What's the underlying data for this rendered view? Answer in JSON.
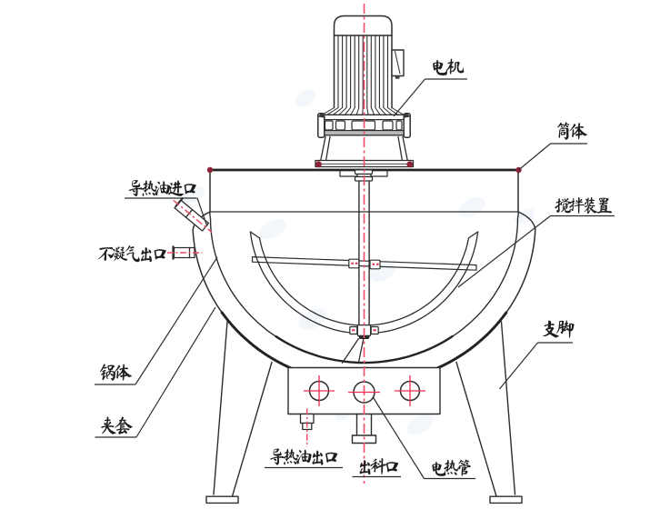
{
  "figure": {
    "type": "technical line drawing",
    "subject": "jacketed cooking kettle with agitator"
  },
  "labels": {
    "motor": "电机",
    "cylinder_body": "筒体",
    "agitator": "搅拌装置",
    "support_leg": "支脚",
    "thermal_oil_inlet": "导热油进口",
    "noncondensable_gas_outlet": "不凝气出口",
    "pot_body": "锅体",
    "jacket": "夹套",
    "thermal_oil_outlet": "导热油出口",
    "discharge_outlet": "出料口",
    "electric_heating_tube": "电热管"
  },
  "colors": {
    "line": "#2d2d2d",
    "centerline_red": "#ef4d69",
    "crosshair_red": "#ee2d52",
    "corner_dot_red": "#8e2236",
    "background": "#ffffff",
    "watermark_blue": "#b9cfe6"
  }
}
